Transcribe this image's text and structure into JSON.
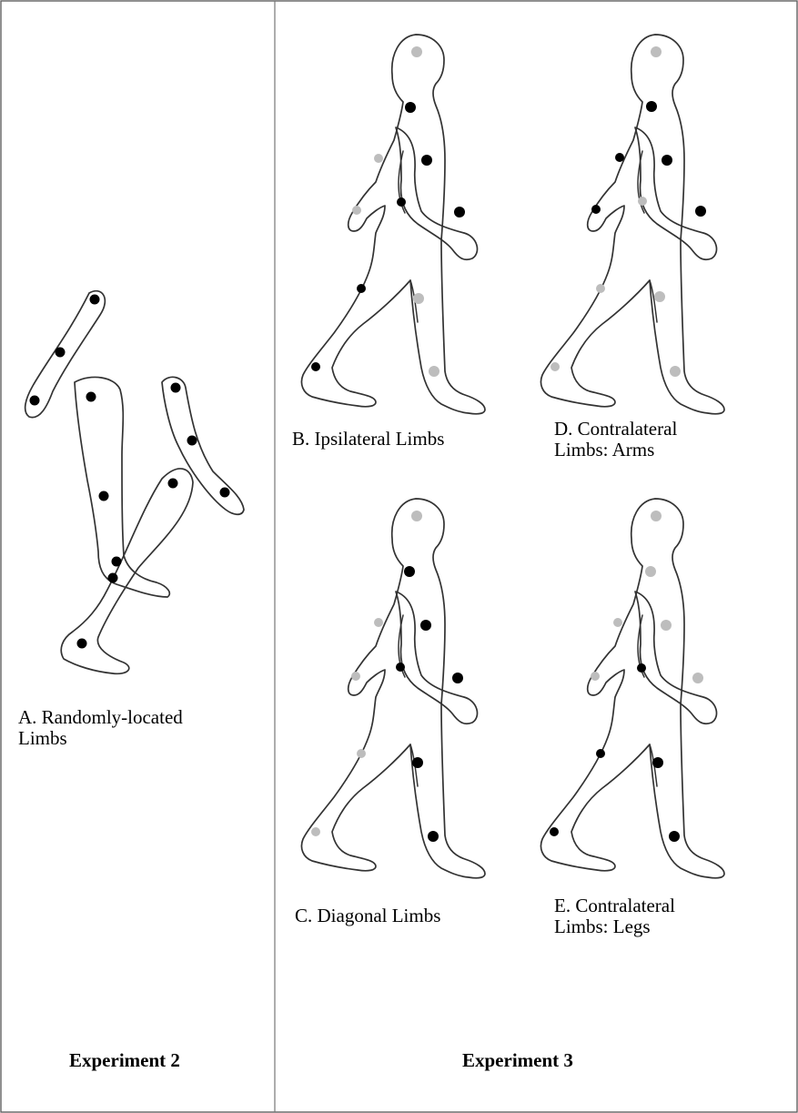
{
  "experiments": {
    "left_label": "Experiment 2",
    "right_label": "Experiment 3"
  },
  "panels": [
    {
      "id": "A",
      "caption": "A.  Randomly-located\nLimbs"
    },
    {
      "id": "B",
      "caption": "B.  Ipsilateral Limbs"
    },
    {
      "id": "C",
      "caption": "C.  Diagonal Limbs"
    },
    {
      "id": "D",
      "caption": "D.  Contralateral\nLimbs: Arms"
    },
    {
      "id": "E",
      "caption": "E.  Contralateral\nLimbs: Legs"
    }
  ],
  "colors": {
    "visible_marker": "#000000",
    "hidden_marker": "#bdbdbd",
    "outline": "#333333"
  }
}
